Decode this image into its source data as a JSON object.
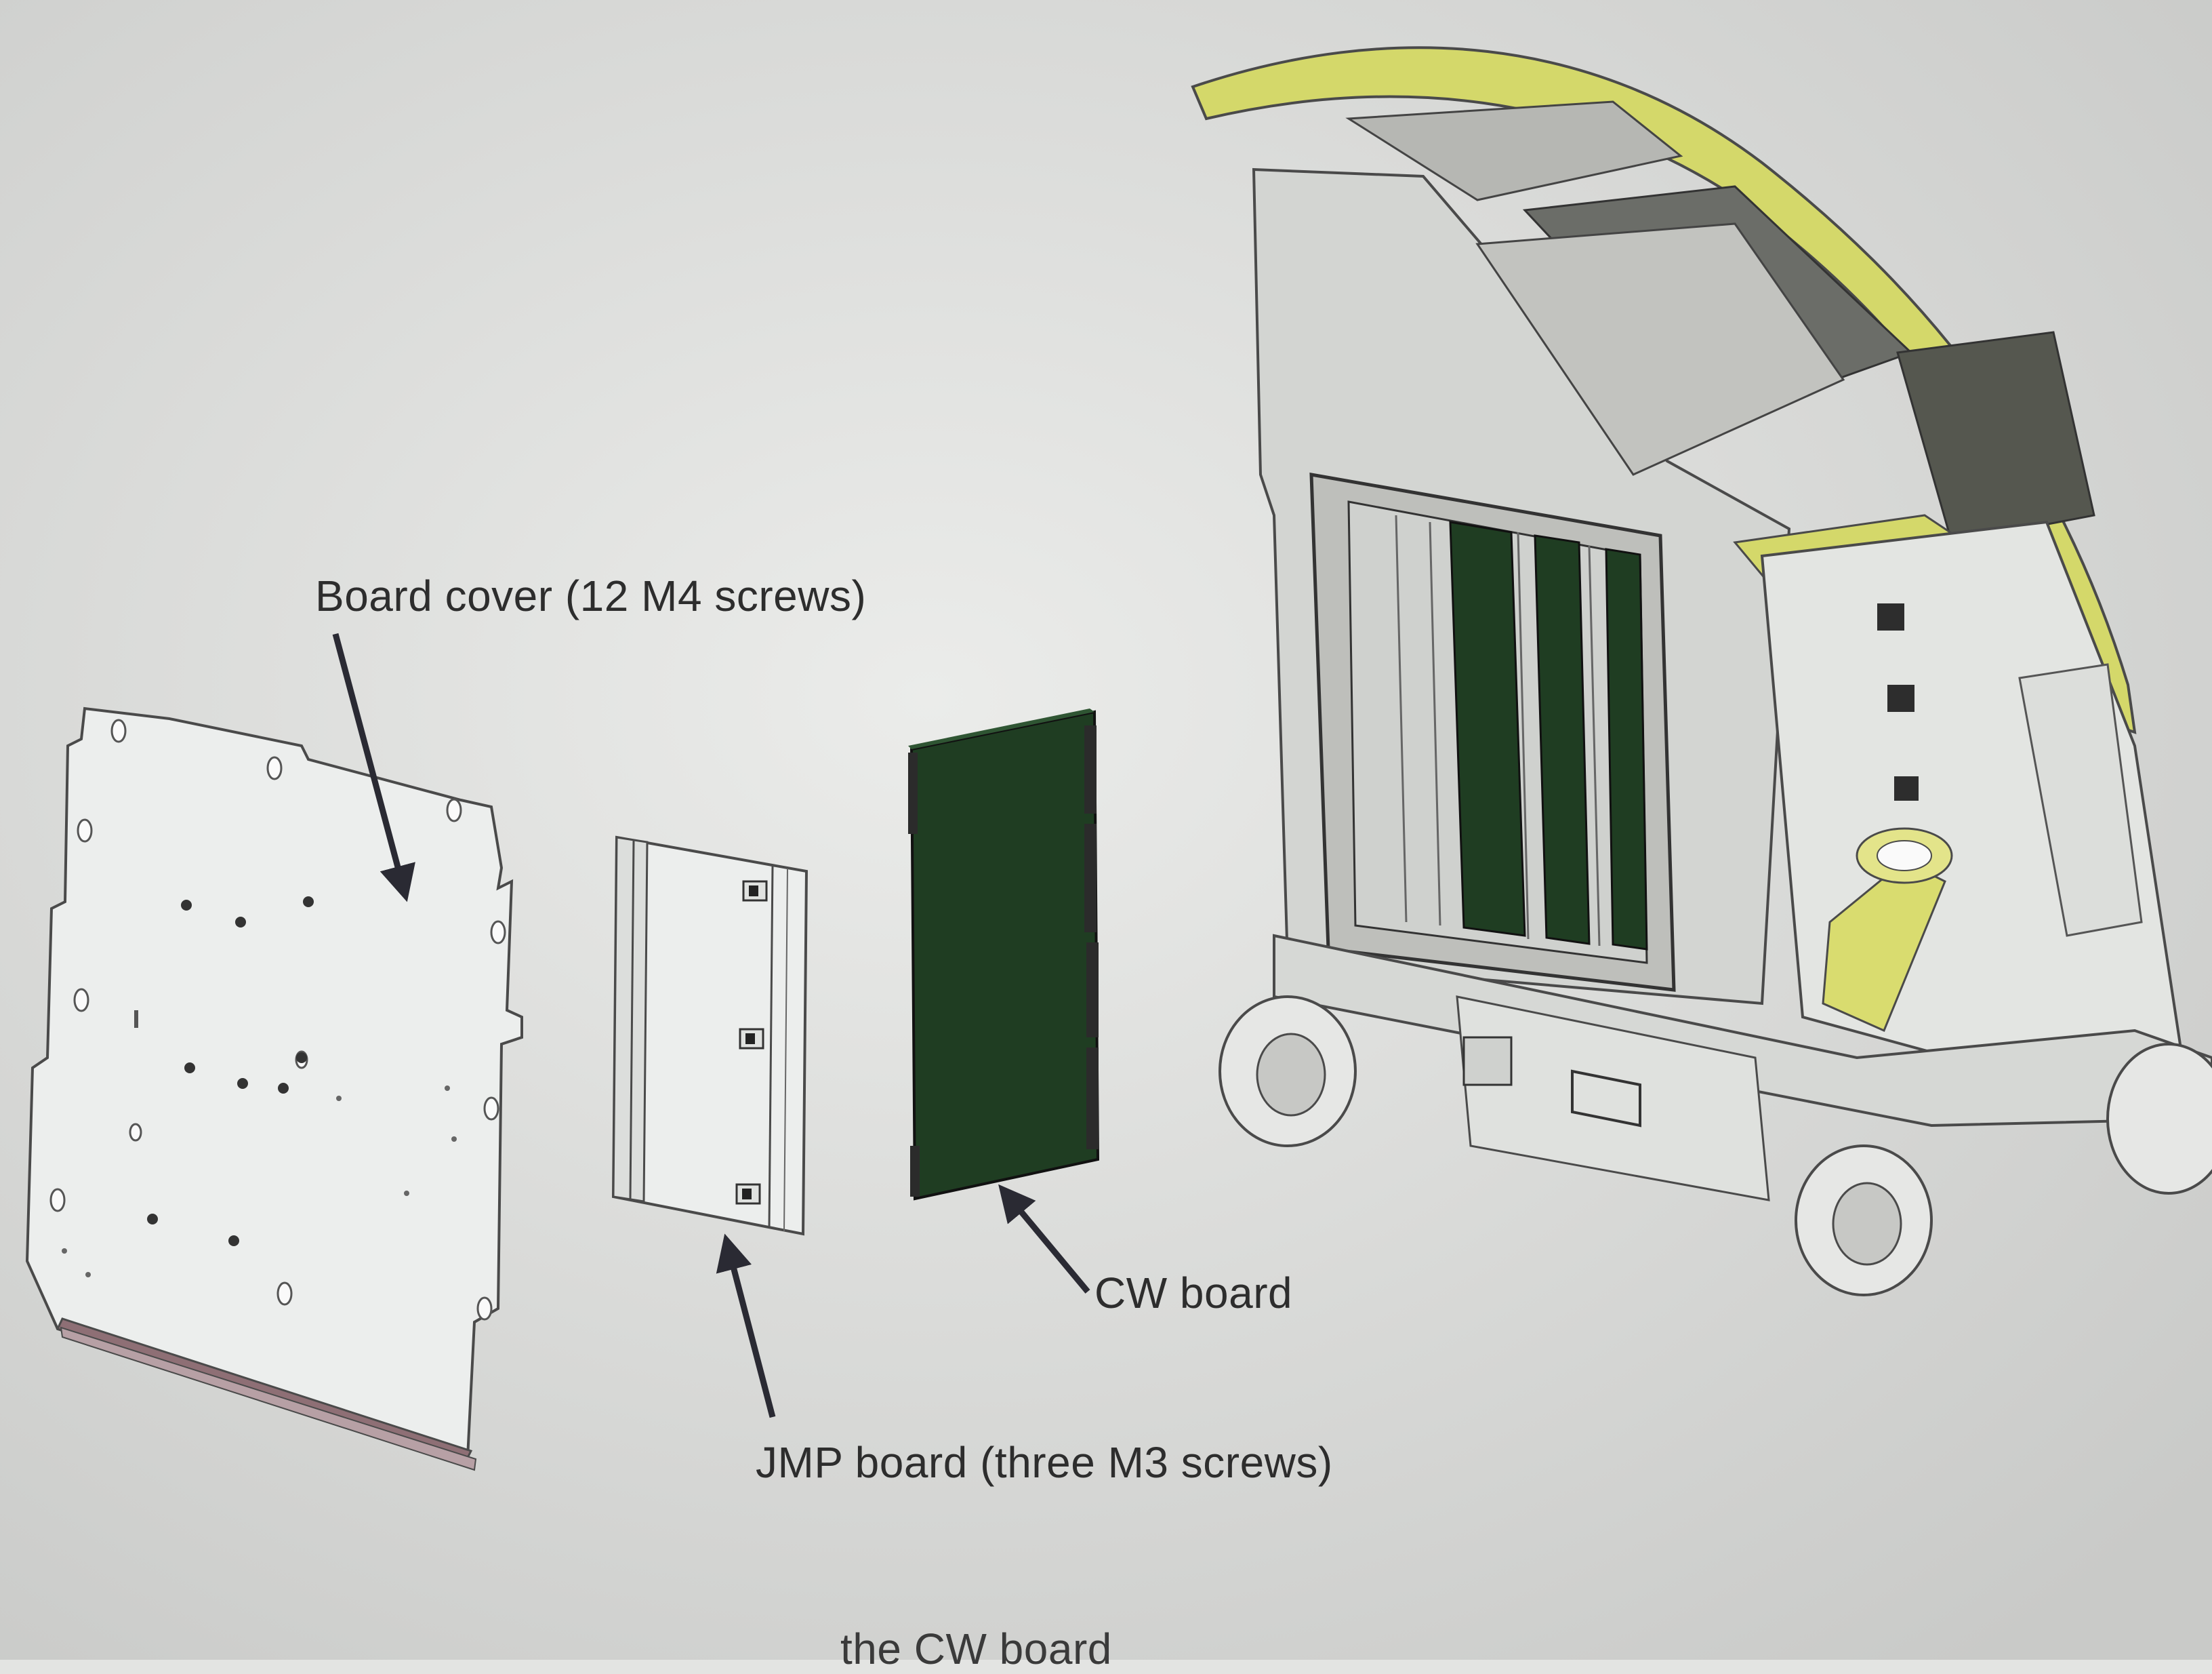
{
  "labels": {
    "board_cover": "Board cover (12 M4 screws)",
    "cw_board": "CW board",
    "jmp_board": "JMP board (three M3 screws)",
    "bottom_cut_text": "the CW board"
  },
  "colors": {
    "paper": "#e3e4e2",
    "panel_fill": "#eceeed",
    "outline": "#4a4a4a",
    "pcb_green": "#1f3d22",
    "accent_yellow": "#d4d86a",
    "arrow": "#2a2a33"
  }
}
